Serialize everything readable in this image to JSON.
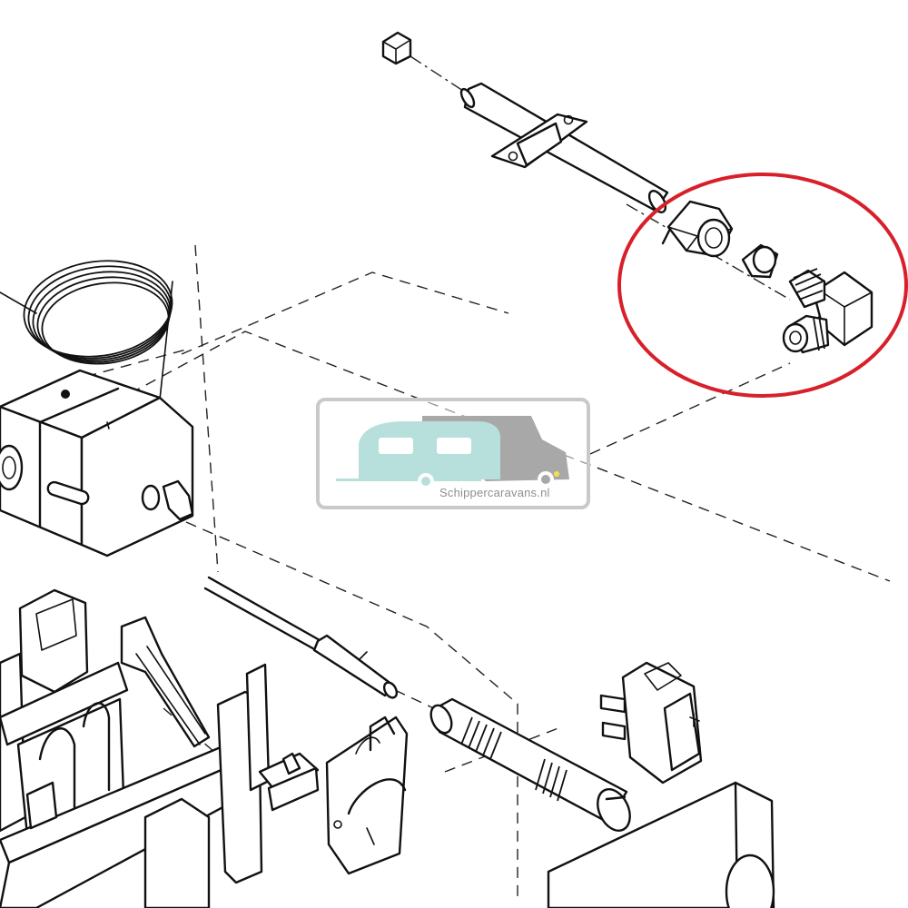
{
  "diagram": {
    "type": "exploded-parts-drawing",
    "highlight": {
      "shape": "ellipse",
      "color": "#d8202a"
    }
  },
  "watermark": {
    "text": "Schippercaravans.nl",
    "caravan_color": "#b7e0dc",
    "motorhome_color": "#a8a8a8",
    "frame_color": "#c9c9c9"
  }
}
